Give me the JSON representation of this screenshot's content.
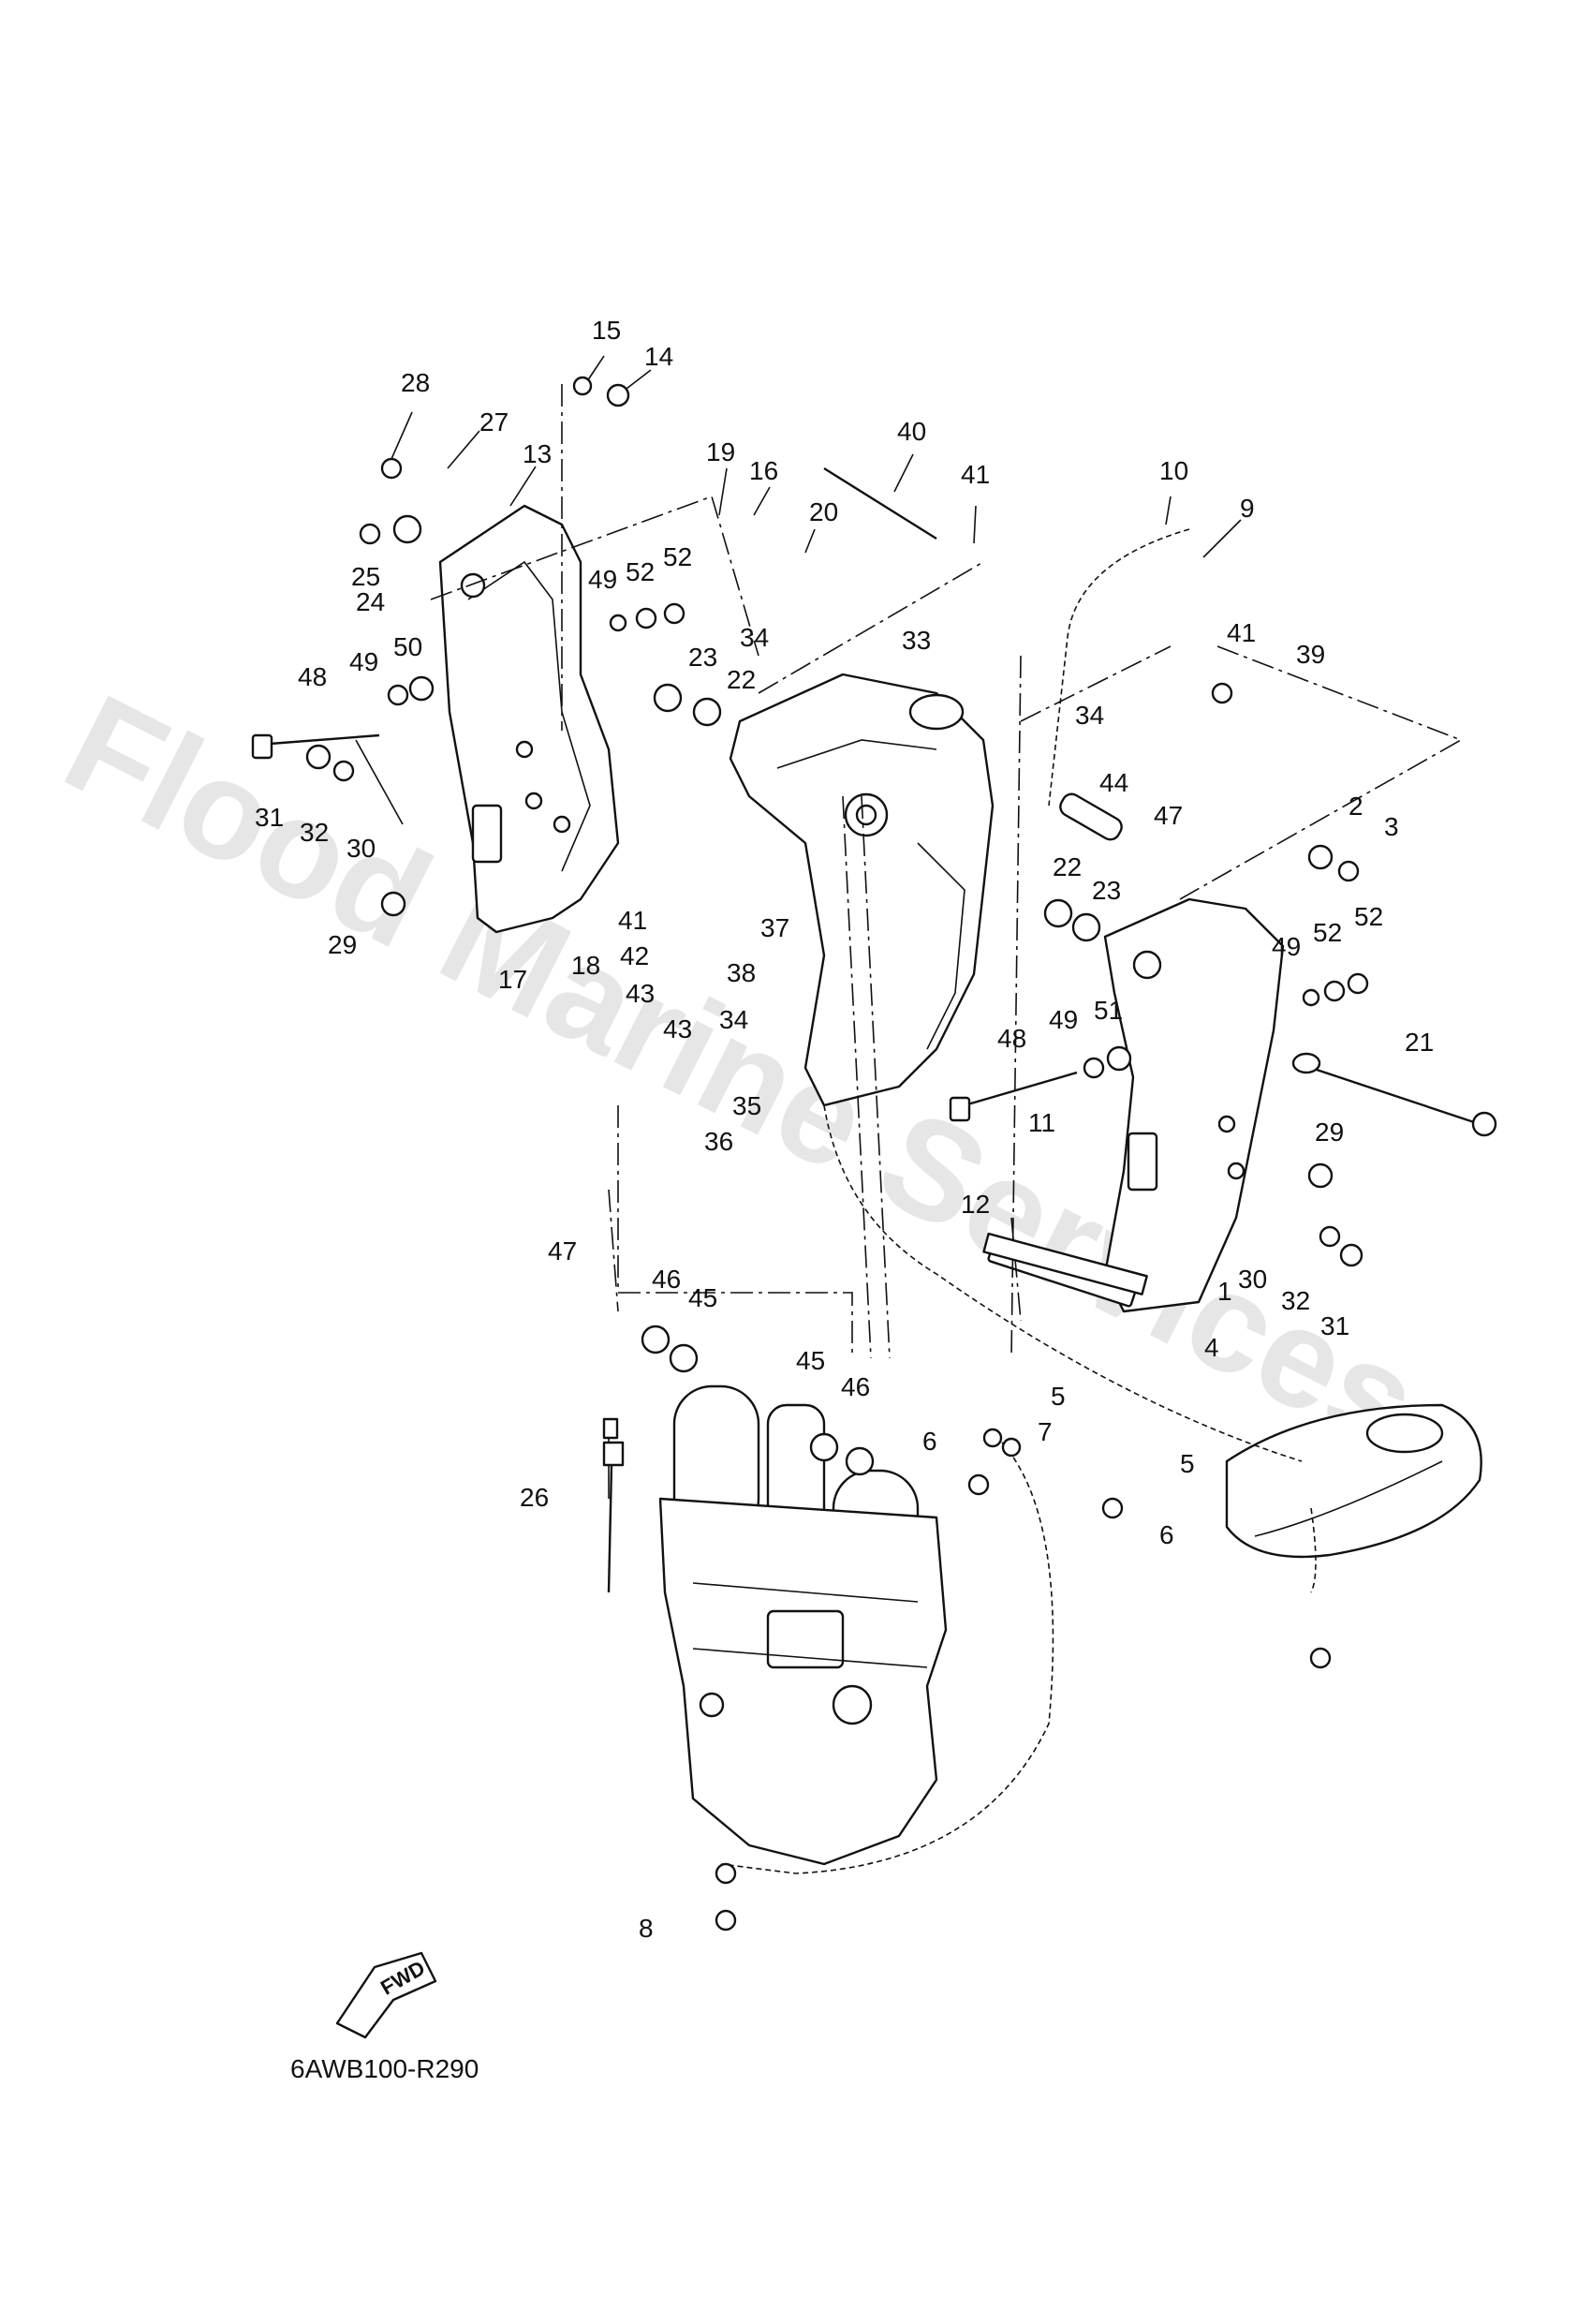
{
  "watermark": "Flood Marine Services",
  "diagram_code": "6AWB100-R290",
  "fwd_label": "FWD",
  "callouts": [
    {
      "id": "c15",
      "label": "15"
    },
    {
      "id": "c14",
      "label": "14"
    },
    {
      "id": "c28",
      "label": "28"
    },
    {
      "id": "c27",
      "label": "27"
    },
    {
      "id": "c13",
      "label": "13"
    },
    {
      "id": "c19",
      "label": "19"
    },
    {
      "id": "c16",
      "label": "16"
    },
    {
      "id": "c40",
      "label": "40"
    },
    {
      "id": "c41a",
      "label": "41"
    },
    {
      "id": "c10",
      "label": "10"
    },
    {
      "id": "c9",
      "label": "9"
    },
    {
      "id": "c20",
      "label": "20"
    },
    {
      "id": "c25",
      "label": "25"
    },
    {
      "id": "c24",
      "label": "24"
    },
    {
      "id": "c49a",
      "label": "49"
    },
    {
      "id": "c52a",
      "label": "52"
    },
    {
      "id": "c52b",
      "label": "52"
    },
    {
      "id": "c34a",
      "label": "34"
    },
    {
      "id": "c33",
      "label": "33"
    },
    {
      "id": "c41b",
      "label": "41"
    },
    {
      "id": "c39",
      "label": "39"
    },
    {
      "id": "c48a",
      "label": "48"
    },
    {
      "id": "c49b",
      "label": "49"
    },
    {
      "id": "c50",
      "label": "50"
    },
    {
      "id": "c23a",
      "label": "23"
    },
    {
      "id": "c22a",
      "label": "22"
    },
    {
      "id": "c34b",
      "label": "34"
    },
    {
      "id": "c31a",
      "label": "31"
    },
    {
      "id": "c32a",
      "label": "32"
    },
    {
      "id": "c30a",
      "label": "30"
    },
    {
      "id": "c44",
      "label": "44"
    },
    {
      "id": "c47a",
      "label": "47"
    },
    {
      "id": "c2",
      "label": "2"
    },
    {
      "id": "c3",
      "label": "3"
    },
    {
      "id": "c29a",
      "label": "29"
    },
    {
      "id": "c17",
      "label": "17"
    },
    {
      "id": "c18",
      "label": "18"
    },
    {
      "id": "c41c",
      "label": "41"
    },
    {
      "id": "c42",
      "label": "42"
    },
    {
      "id": "c43a",
      "label": "43"
    },
    {
      "id": "c43b",
      "label": "43"
    },
    {
      "id": "c37",
      "label": "37"
    },
    {
      "id": "c38",
      "label": "38"
    },
    {
      "id": "c22b",
      "label": "22"
    },
    {
      "id": "c23b",
      "label": "23"
    },
    {
      "id": "c49c",
      "label": "49"
    },
    {
      "id": "c52c",
      "label": "52"
    },
    {
      "id": "c52d",
      "label": "52"
    },
    {
      "id": "c34c",
      "label": "34"
    },
    {
      "id": "c48b",
      "label": "48"
    },
    {
      "id": "c49d",
      "label": "49"
    },
    {
      "id": "c51",
      "label": "51"
    },
    {
      "id": "c21",
      "label": "21"
    },
    {
      "id": "c35",
      "label": "35"
    },
    {
      "id": "c36",
      "label": "36"
    },
    {
      "id": "c11",
      "label": "11"
    },
    {
      "id": "c12",
      "label": "12"
    },
    {
      "id": "c29b",
      "label": "29"
    },
    {
      "id": "c47b",
      "label": "47"
    },
    {
      "id": "c46a",
      "label": "46"
    },
    {
      "id": "c45a",
      "label": "45"
    },
    {
      "id": "c30b",
      "label": "30"
    },
    {
      "id": "c32b",
      "label": "32"
    },
    {
      "id": "c31b",
      "label": "31"
    },
    {
      "id": "c1",
      "label": "1"
    },
    {
      "id": "c4",
      "label": "4"
    },
    {
      "id": "c5a",
      "label": "5"
    },
    {
      "id": "c45b",
      "label": "45"
    },
    {
      "id": "c46b",
      "label": "46"
    },
    {
      "id": "c6a",
      "label": "6"
    },
    {
      "id": "c7",
      "label": "7"
    },
    {
      "id": "c5b",
      "label": "5"
    },
    {
      "id": "c26",
      "label": "26"
    },
    {
      "id": "c6b",
      "label": "6"
    },
    {
      "id": "c8",
      "label": "8"
    }
  ]
}
